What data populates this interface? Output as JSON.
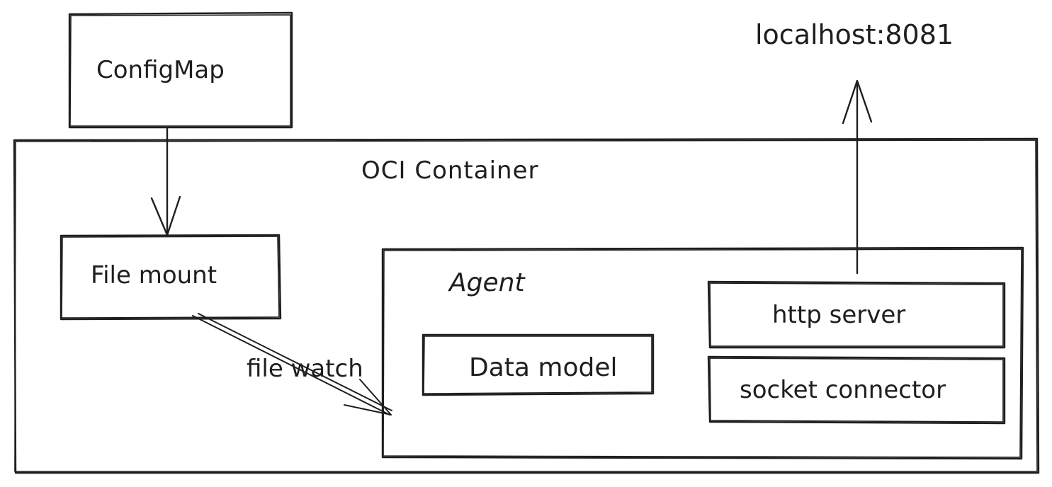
{
  "diagram": {
    "nodes": {
      "configmap": "ConfigMap",
      "container": "OCI Container",
      "file_mount": "File mount",
      "agent": "Agent",
      "data_model": "Data model",
      "http_server": "http server",
      "socket_connector": "socket connector",
      "localhost": "localhost:8081"
    },
    "edges": {
      "file_watch": "file watch"
    },
    "colors": {
      "stroke": "#1e1e1e",
      "background": "#ffffff"
    }
  }
}
